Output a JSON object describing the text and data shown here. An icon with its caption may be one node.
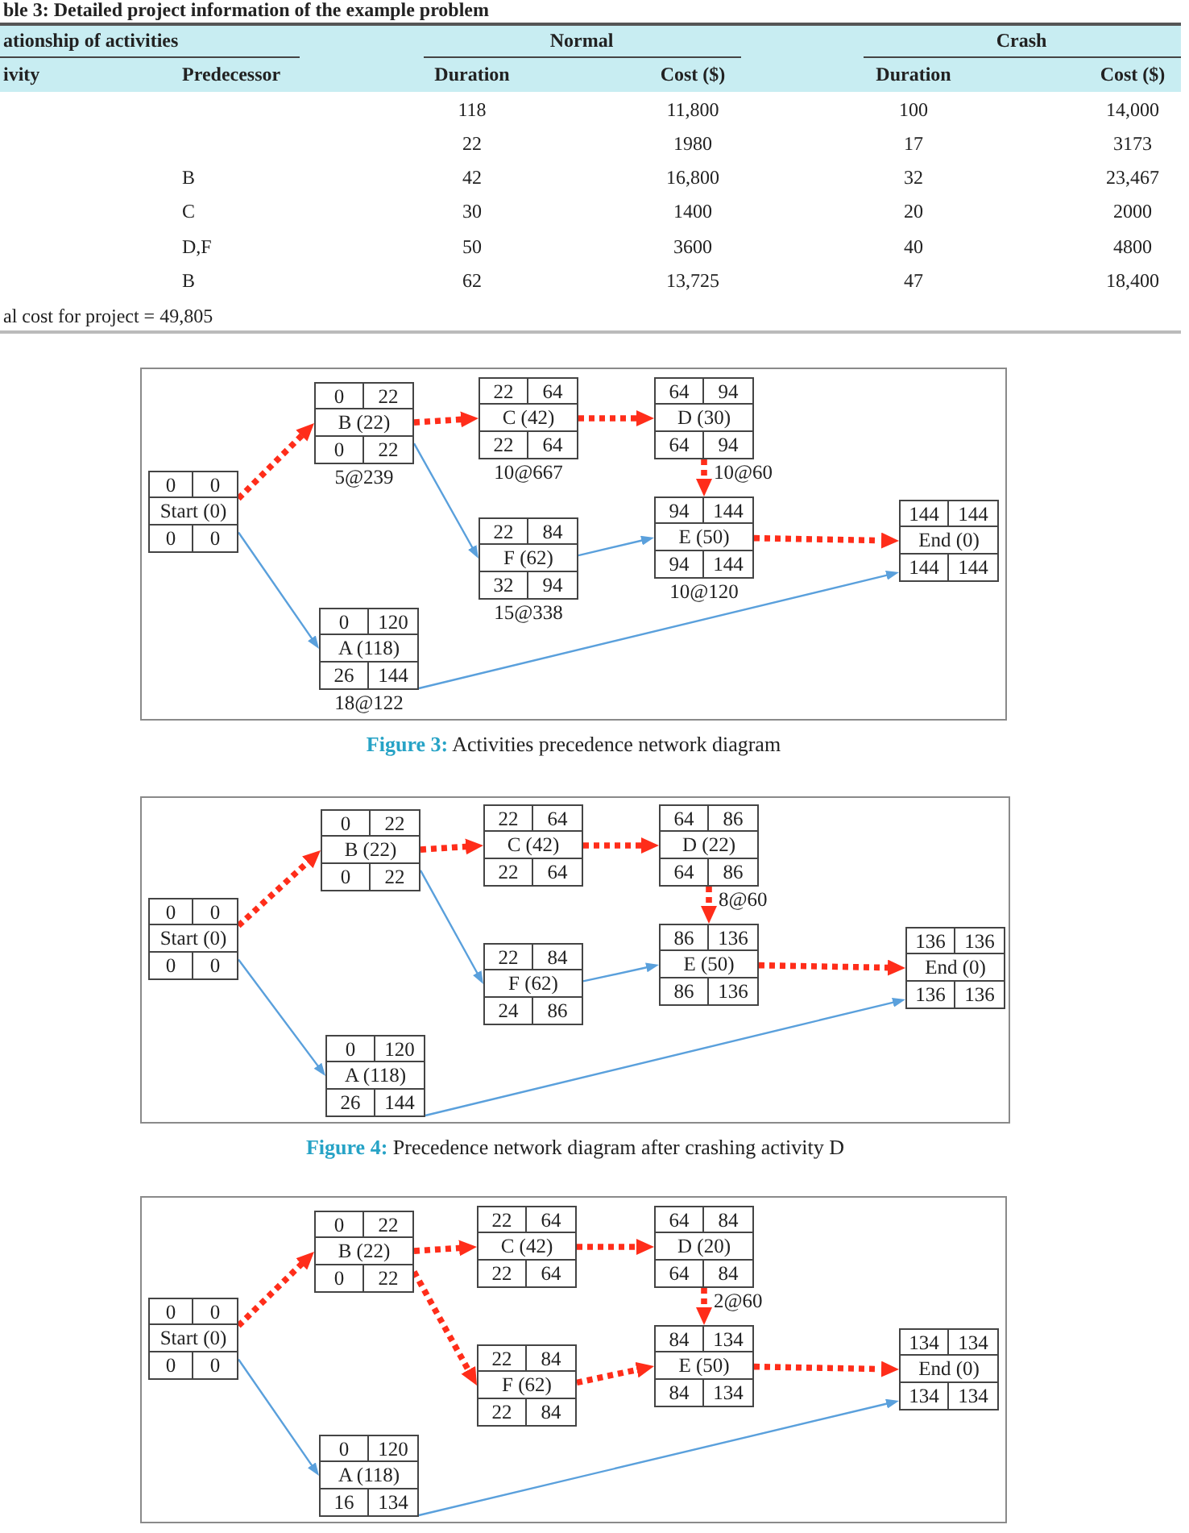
{
  "diagram": {
    "nodes": [
      {
        "text": [
          "**Figure 3:** Activities precedence network diagram"
        ]
      },
      {
        "text": [
          "0",
          "0",
          "Start (0)",
          "0",
          "0"
        ],
        "in": 0
      },
      {
        "text": [
          "0",
          "22",
          "B (22)",
          "0",
          "22"
        ],
        "in": 0,
        "beside": [
          "5@239"
        ]
      },
      {
        "text": [
          "0",
          "120",
          "A (118)",
          "26",
          "144"
        ],
        "in": 0,
        "beside": [
          "18@122"
        ]
      },
      {
        "text": [
          "22",
          "64",
          "C (42)",
          "22",
          "64"
        ],
        "in": 0,
        "beside": [
          "10@667"
        ]
      },
      {
        "text": [
          "22",
          "84",
          "F (62)",
          "32",
          "94"
        ],
        "in": 0,
        "beside": [
          "15@338"
        ]
      },
      {
        "text": [
          "64",
          "94",
          "D (30)",
          "64",
          "94"
        ],
        "in": 0,
        "beside": [
          "10@60"
        ]
      },
      {
        "text": [
          "94",
          "144",
          "E (50)",
          "94",
          "144"
        ],
        "in": 0,
        "beside": [
          "10@120"
        ]
      },
      {
        "text": [
          "144",
          "144",
          "End (0)",
          "144",
          "144"
        ],
        "in": 0
      },
      {
        "text": [
          "**Figure 4:** Precedence network diagram after crashing activity D"
        ]
      },
      {
        "text": [
          "0",
          "0",
          "Start (0)",
          "0",
          "0"
        ],
        "in": 9
      },
      {
        "text": [
          "0",
          "22",
          "B (22)",
          "0",
          "22"
        ],
        "in": 9
      },
      {
        "text": [
          "0",
          "120",
          "A (118)",
          "26",
          "144"
        ],
        "in": 9
      },
      {
        "text": [
          "22",
          "64",
          "C (42)",
          "22",
          "64"
        ],
        "in": 9
      },
      {
        "text": [
          "22",
          "84",
          "F (62)",
          "24",
          "86"
        ],
        "in": 9
      },
      {
        "text": [
          "64",
          "86",
          "D (22)",
          "64",
          "86"
        ],
        "in": 9,
        "beside": [
          "8@60"
        ]
      },
      {
        "text": [
          "86",
          "136",
          "E (50)",
          "86",
          "136"
        ],
        "in": 9
      },
      {
        "text": [
          "136",
          "136",
          "End (0)",
          "136",
          "136"
        ],
        "in": 9
      },
      {
        "text": [],
        "shape": "box"
      },
      {
        "text": [
          "0",
          "0",
          "Start (0)",
          "0",
          "0"
        ],
        "in": 18
      },
      {
        "text": [
          "0",
          "22",
          "B (22)",
          "0",
          "22"
        ],
        "in": 18
      },
      {
        "text": [
          "0",
          "120",
          "A (118)",
          "16",
          "134"
        ],
        "in": 18
      },
      {
        "text": [
          "22",
          "64",
          "C (42)",
          "22",
          "64"
        ],
        "in": 18
      },
      {
        "text": [
          "22",
          "84",
          "F (62)",
          "22",
          "84"
        ],
        "in": 18
      },
      {
        "text": [
          "64",
          "84",
          "D (20)",
          "64",
          "84"
        ],
        "in": 18,
        "beside": [
          "2@60"
        ]
      },
      {
        "text": [
          "84",
          "134",
          "E (50)",
          "84",
          "134"
        ],
        "in": 18
      },
      {
        "text": [
          "134",
          "134",
          "End (0)",
          "134",
          "134"
        ],
        "in": 18
      }
    ],
    "edges": [
      {
        "from": 1,
        "to": 2,
        "arrow": "to",
        "style": "dashed",
        "color": "#ff2d1a"
      },
      {
        "from": 1,
        "to": 3,
        "arrow": "to",
        "color": "#5aa0dc"
      },
      {
        "from": 2,
        "to": 4,
        "arrow": "to",
        "style": "dashed",
        "color": "#ff2d1a"
      },
      {
        "from": 2,
        "to": 5,
        "arrow": "to",
        "color": "#5aa0dc"
      },
      {
        "from": 4,
        "to": 6,
        "arrow": "to",
        "style": "dashed",
        "color": "#ff2d1a"
      },
      {
        "from": 6,
        "to": 7,
        "arrow": "to",
        "style": "dashed",
        "color": "#ff2d1a"
      },
      {
        "from": 5,
        "to": 7,
        "arrow": "to",
        "color": "#5aa0dc"
      },
      {
        "from": 7,
        "to": 8,
        "arrow": "to",
        "style": "dashed",
        "color": "#ff2d1a"
      },
      {
        "from": 3,
        "to": 8,
        "arrow": "to",
        "color": "#5aa0dc"
      },
      {
        "from": 10,
        "to": 11,
        "arrow": "to",
        "style": "dashed",
        "color": "#ff2d1a"
      },
      {
        "from": 10,
        "to": 12,
        "arrow": "to",
        "color": "#5aa0dc"
      },
      {
        "from": 11,
        "to": 13,
        "arrow": "to",
        "style": "dashed",
        "color": "#ff2d1a"
      },
      {
        "from": 11,
        "to": 14,
        "arrow": "to",
        "color": "#5aa0dc"
      },
      {
        "from": 13,
        "to": 15,
        "arrow": "to",
        "style": "dashed",
        "color": "#ff2d1a"
      },
      {
        "from": 15,
        "to": 16,
        "arrow": "to",
        "style": "dashed",
        "color": "#ff2d1a"
      },
      {
        "from": 14,
        "to": 16,
        "arrow": "to",
        "color": "#5aa0dc"
      },
      {
        "from": 16,
        "to": 17,
        "arrow": "to",
        "style": "dashed",
        "color": "#ff2d1a"
      },
      {
        "from": 12,
        "to": 17,
        "arrow": "to",
        "color": "#5aa0dc"
      },
      {
        "from": 19,
        "to": 20,
        "arrow": "to",
        "style": "dashed",
        "color": "#ff2d1a"
      },
      {
        "from": 19,
        "to": 21,
        "arrow": "to",
        "color": "#5aa0dc"
      },
      {
        "from": 20,
        "to": 22,
        "arrow": "to",
        "style": "dashed",
        "color": "#ff2d1a"
      },
      {
        "from": 20,
        "to": 23,
        "arrow": "to",
        "style": "dashed",
        "color": "#ff2d1a"
      },
      {
        "from": 22,
        "to": 24,
        "arrow": "to",
        "style": "dashed",
        "color": "#ff2d1a"
      },
      {
        "from": 24,
        "to": 25,
        "arrow": "to",
        "style": "dashed",
        "color": "#ff2d1a"
      },
      {
        "from": 23,
        "to": 25,
        "arrow": "to",
        "style": "dashed",
        "color": "#ff2d1a"
      },
      {
        "from": 25,
        "to": 26,
        "arrow": "to",
        "style": "dashed",
        "color": "#ff2d1a"
      },
      {
        "from": 21,
        "to": 26,
        "arrow": "to",
        "color": "#5aa0dc"
      }
    ],
    "labels": [
      "ble 3: Detailed project information of the example problem",
      "ationship of activities",
      "Normal",
      "Crash",
      "ivity",
      "Predecessor",
      "Duration",
      "Cost ($)",
      "Duration",
      "Cost ($)",
      "118",
      "11,800",
      "100",
      "14,000",
      "22",
      "1980",
      "17",
      "3173",
      "B",
      "42",
      "16,800",
      "32",
      "23,467",
      "C",
      "30",
      "1400",
      "20",
      "2000",
      "D,F",
      "50",
      "3600",
      "40",
      "4800",
      "B",
      "62",
      "13,725",
      "47",
      "18,400",
      "al cost for project = 49,805"
    ]
  }
}
